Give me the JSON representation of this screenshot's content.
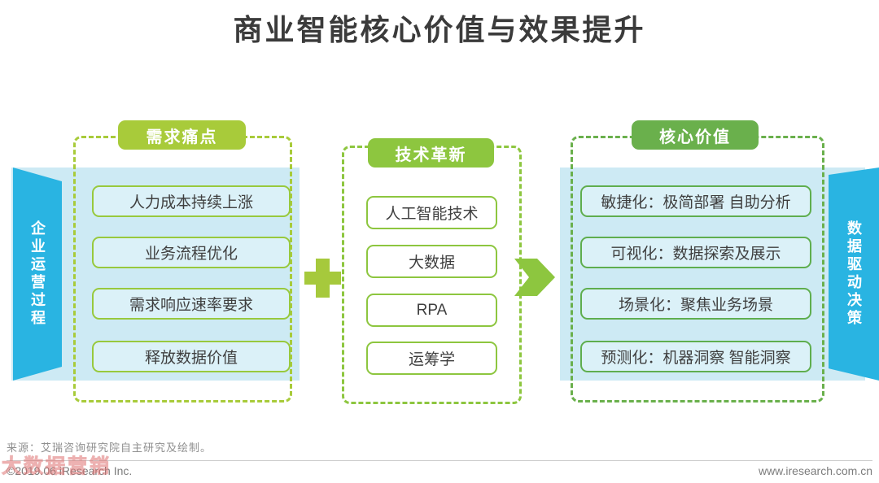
{
  "title": "商业智能核心价值与效果提升",
  "left_banner": {
    "label": "企业运营过程"
  },
  "right_banner": {
    "label": "数据驱动决策"
  },
  "panels": {
    "pain_points": {
      "badge": "需求痛点",
      "items": [
        "人力成本持续上涨",
        "业务流程优化",
        "需求响应速率要求",
        "释放数据价值"
      ]
    },
    "tech": {
      "badge": "技术革新",
      "items": [
        "人工智能技术",
        "大数据",
        "RPA",
        "运筹学"
      ]
    },
    "core_value": {
      "badge": "核心价值",
      "items": [
        "敏捷化：极简部署 自助分析",
        "可视化：数据探索及展示",
        "场景化：聚焦业务场景",
        "预测化：机器洞察 智能洞察"
      ]
    }
  },
  "icons": {
    "plus": "plus-icon",
    "arrow": "chevron-right-icon"
  },
  "colors": {
    "badge_green_light": "#a8cb3a",
    "badge_green": "#8dc63f",
    "badge_green_dark": "#6ab04c",
    "ribbon_cyan": "#29b4e2",
    "panel_blue": "#cdeaf4",
    "box_blue": "#dbf1f8",
    "title_gray": "#3b3b3b"
  },
  "footer": {
    "source": "来源：艾瑞咨询研究院自主研究及绘制。",
    "copyright": "©2019.06 iResearch Inc.",
    "website": "www.iresearch.com.cn",
    "watermark": "大数据营销"
  }
}
